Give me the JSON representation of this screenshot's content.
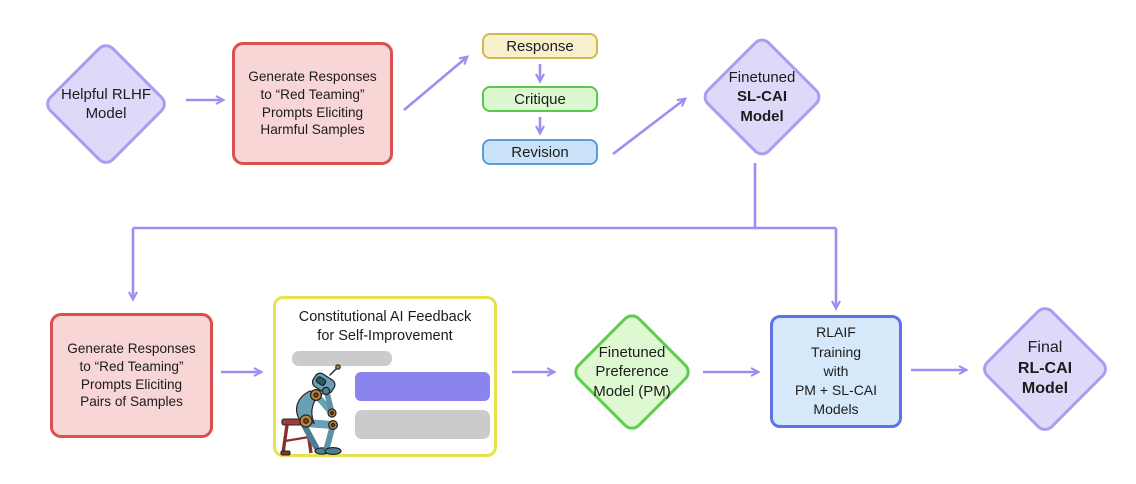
{
  "background": "#ffffff",
  "colors": {
    "arrow": "#9a8ff2",
    "purple_fill": "#ded9f8",
    "purple_border": "#a89ef0",
    "red_fill": "#f8d6d6",
    "red_border": "#d85050",
    "yellow_card_fill": "#f8efcd",
    "yellow_card_border": "#cdbb52",
    "green_card_fill": "#dcf8d0",
    "green_card_border": "#59c94b",
    "blue_card_fill": "#c9e2f8",
    "blue_card_border": "#5b9bd8",
    "yellow_box_border": "#e6e14e",
    "yellow_box_fill": "#ffffff",
    "green_diamond_fill": "#def8d2",
    "green_diamond_border": "#5fcc4d",
    "rlaif_fill": "#d6e9fb",
    "rlaif_border": "#5d74e8",
    "chat_purple": "#8b84ee",
    "chat_gray": "#cbcbcb"
  },
  "nodes": {
    "helpful_rlhf_model": {
      "lines": [
        "Helpful RLHF",
        "Model"
      ]
    },
    "generate_harmful": {
      "lines": [
        "Generate Responses",
        "to “Red Teaming”",
        "Prompts Eliciting",
        "Harmful Samples"
      ]
    },
    "response_card": {
      "label": "Response"
    },
    "critique_card": {
      "label": "Critique"
    },
    "revision_card": {
      "label": "Revision"
    },
    "finetuned_sl_cai": {
      "line1": "Finetuned",
      "line2": "SL-CAI",
      "line3": "Model"
    },
    "generate_pairs": {
      "lines": [
        "Generate Responses",
        "to “Red Teaming”",
        "Prompts Eliciting",
        "Pairs of Samples"
      ]
    },
    "cai_feedback": {
      "title_lines": [
        "Constitutional AI Feedback",
        "for Self-Improvement"
      ]
    },
    "finetuned_pm": {
      "lines": [
        "Finetuned",
        "Preference",
        "Model (PM)"
      ]
    },
    "rlaif_training": {
      "lines": [
        "RLAIF",
        "Training",
        "with",
        "PM + SL-CAI",
        "Models"
      ]
    },
    "final_rl_cai": {
      "line1": "Final",
      "line2": "RL-CAI",
      "line3": "Model"
    }
  }
}
